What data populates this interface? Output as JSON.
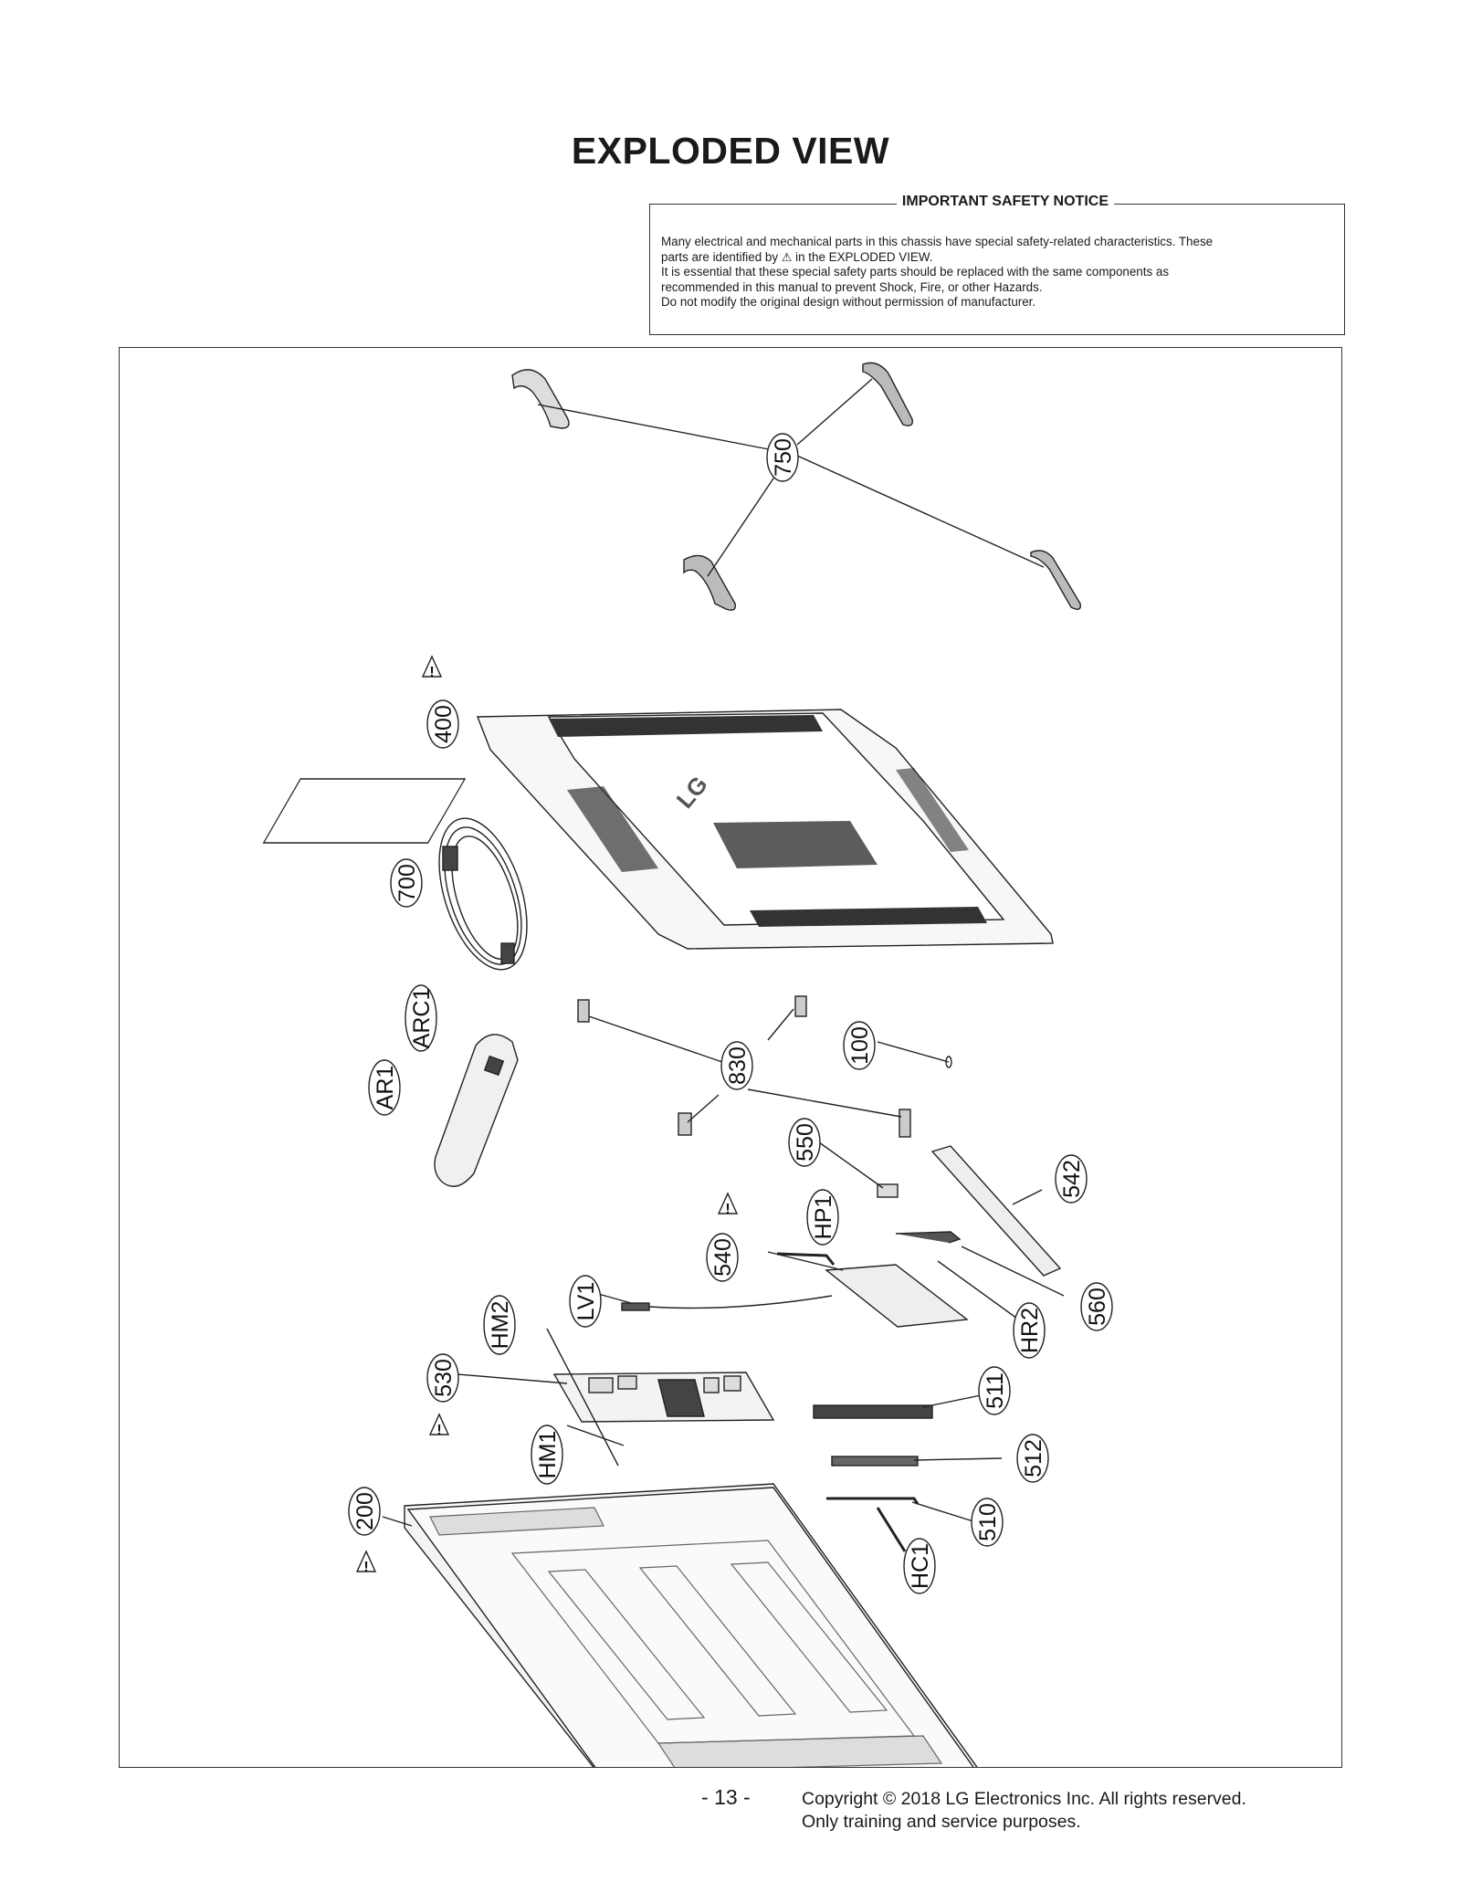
{
  "page_title": "EXPLODED VIEW",
  "notice": {
    "heading": "IMPORTANT SAFETY NOTICE",
    "line1": "Many electrical and mechanical parts in this chassis have special safety-related characteristics. These",
    "line2_pre": "parts are identified by",
    "line2_post": "in the EXPLODED VIEW.",
    "line3": "It is essential that these special safety parts should be replaced with the same components as",
    "line4": "recommended in this manual to prevent Shock, Fire, or other Hazards.",
    "line5": "Do not modify the original design without permission of manufacturer.",
    "warning_symbol": "⚠"
  },
  "callouts": [
    "750",
    "400",
    "700",
    "ARC1",
    "AR1",
    "830",
    "100",
    "550",
    "542",
    "HP1",
    "540",
    "560",
    "HR2",
    "LV1",
    "HM2",
    "530",
    "511",
    "HM1",
    "512",
    "200",
    "510",
    "HC1"
  ],
  "warning_mark": "!",
  "footer": {
    "page_number": "- 13 -",
    "copyright": "Copyright © 2018 LG Electronics Inc. All rights reserved.",
    "purpose": "Only training and service purposes."
  }
}
